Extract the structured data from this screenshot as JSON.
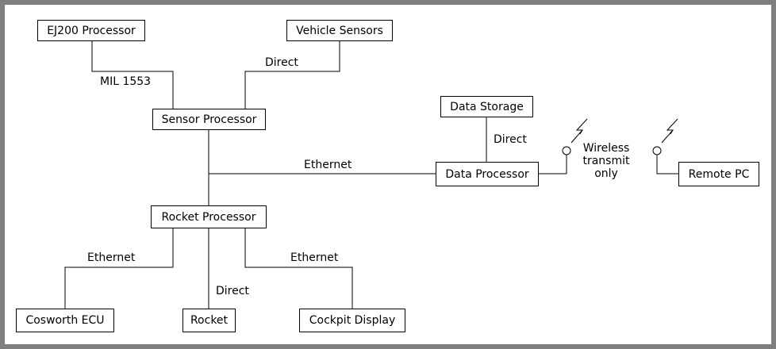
{
  "nodes": {
    "ej200": "EJ200 Processor",
    "vehicle_sensors": "Vehicle Sensors",
    "sensor_processor": "Sensor Processor",
    "data_storage": "Data Storage",
    "data_processor": "Data Processor",
    "remote_pc": "Remote PC",
    "rocket_processor": "Rocket Processor",
    "cosworth_ecu": "Cosworth ECU",
    "rocket": "Rocket",
    "cockpit_display": "Cockpit Display"
  },
  "links": {
    "ej200_sensor": "MIL 1553",
    "vehicle_sensor": "Direct",
    "storage_dataproc": "Direct",
    "sensor_dataproc": "Ethernet",
    "wireless_line1": "Wireless",
    "wireless_line2": "transmit",
    "wireless_line3": "only",
    "rocketproc_cosworth": "Ethernet",
    "rocketproc_rocket": "Direct",
    "rocketproc_cockpit": "Ethernet"
  },
  "icons": {
    "antenna_left": "antenna-icon",
    "antenna_right": "antenna-icon"
  }
}
